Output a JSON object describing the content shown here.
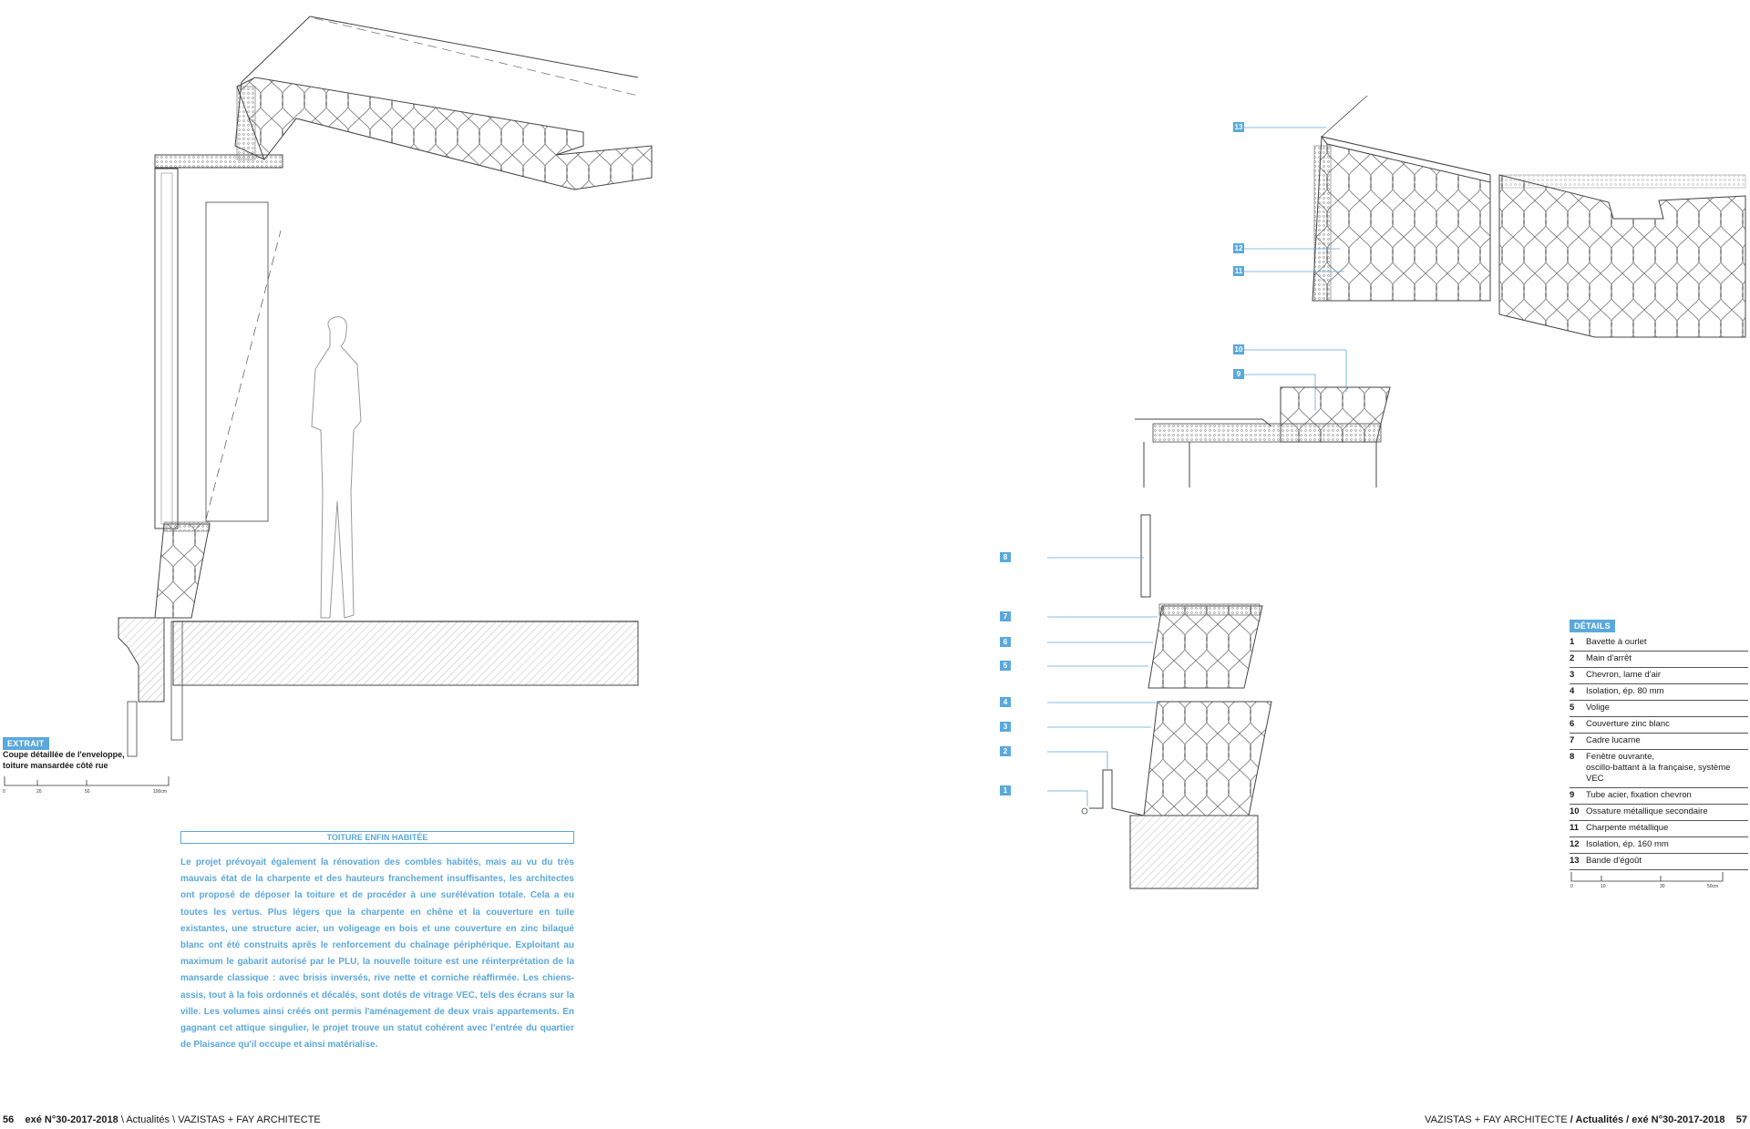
{
  "left_page": {
    "extrait": {
      "tag": "EXTRAIT",
      "caption_line1": "Coupe détaillée de l'enveloppe,",
      "caption_line2": "toiture mansardée côté rue"
    },
    "scale": [
      "0",
      "20",
      "50",
      "100cm"
    ],
    "article": {
      "title": "TOITURE ENFIN HABITÉE",
      "body": "Le projet prévoyait également la rénovation des combles habités, mais au vu du très mauvais état de la charpente et des hauteurs franchement insuffisantes, les architectes ont proposé de déposer la toiture et de procéder à une surélévation totale. Cela a eu toutes les vertus. Plus légers que la charpente en chêne et la couverture en tuile existantes, une structure acier, un voligeage en bois et une couverture en zinc bilaqué blanc ont été construits après le renforcement du chaînage périphérique. Exploitant au maximum le gabarit autorisé par le PLU, la nouvelle toiture est une réinterprétation de la mansarde classique : avec brisis inversés, rive nette et corniche réaffirmée. Les chiens-assis, tout à la fois ordonnés et décalés, sont dotés de vitrage VEC, tels des écrans sur la ville. Les volumes ainsi créés ont permis l'aménagement de deux vrais appartements. En gagnant cet attique singulier, le projet trouve un statut cohérent avec l'entrée du quartier de Plaisance qu'il occupe et ainsi matérialise."
    },
    "footer": {
      "page": "56",
      "magazine": "exé N°30-2017-2018",
      "section": "\\ Actualités \\",
      "project": "VAZISTAS + FAY ARCHITECTE"
    }
  },
  "right_page": {
    "callouts": [
      "13",
      "12",
      "11",
      "10",
      "9",
      "8",
      "7",
      "6",
      "5",
      "4",
      "3",
      "2",
      "1"
    ],
    "details": {
      "tag": "DÉTAILS",
      "items": [
        {
          "num": "1",
          "label": "Bavette à ourlet"
        },
        {
          "num": "2",
          "label": "Main d'arrêt"
        },
        {
          "num": "3",
          "label": "Chevron, lame d'air"
        },
        {
          "num": "4",
          "label": "Isolation, ép. 80 mm"
        },
        {
          "num": "5",
          "label": "Volige"
        },
        {
          "num": "6",
          "label": "Couverture zinc blanc"
        },
        {
          "num": "7",
          "label": "Cadre lucarne"
        },
        {
          "num": "8",
          "label": "Fenêtre ouvrante,\noscillo-battant à la française, système VEC"
        },
        {
          "num": "9",
          "label": "Tube acier, fixation chevron"
        },
        {
          "num": "10",
          "label": "Ossature métallique secondaire"
        },
        {
          "num": "11",
          "label": "Charpente métallique"
        },
        {
          "num": "12",
          "label": "Isolation, ép. 160 mm"
        },
        {
          "num": "13",
          "label": "Bande d'égoût"
        }
      ]
    },
    "scale": [
      "0",
      "10",
      "30",
      "50cm"
    ],
    "footer": {
      "project": "VAZISTAS + FAY ARCHITECTE",
      "section": "/ Actualités /",
      "magazine": "exé N°30-2017-2018",
      "page": "57"
    }
  },
  "colors": {
    "accent": "#5ba8dc",
    "line": "#444444"
  }
}
